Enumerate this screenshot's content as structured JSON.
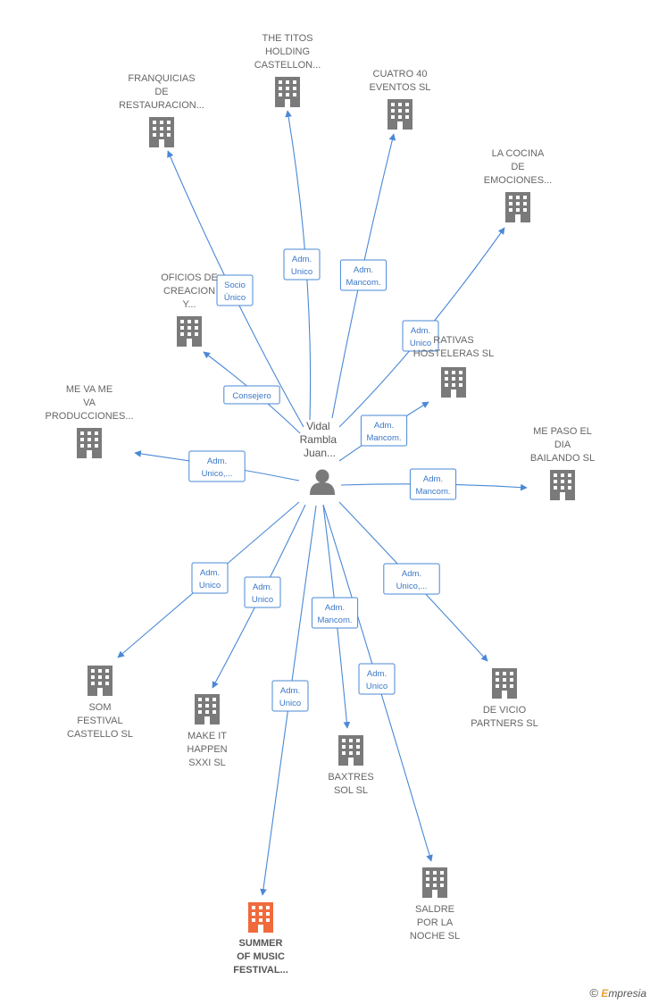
{
  "colors": {
    "edge": "#4a88d6",
    "building": "#7a7a7a",
    "building_highlight": "#f06a3c",
    "label": "#666666"
  },
  "center": {
    "label_lines": [
      "Vidal",
      "Rambla",
      "Juan..."
    ],
    "icon": "person-icon"
  },
  "nodes": [
    {
      "id": "titos",
      "label_lines": [
        "THE TITOS",
        "HOLDING",
        "CASTELLON..."
      ],
      "badge": [
        "Adm.",
        "Unico"
      ]
    },
    {
      "id": "franquicias",
      "label_lines": [
        "FRANQUICIAS",
        "DE",
        "RESTAURACION..."
      ],
      "badge": [
        "Socio",
        "Único"
      ]
    },
    {
      "id": "cuatro40",
      "label_lines": [
        "CUATRO 40",
        "EVENTOS SL"
      ],
      "badge": [
        "Adm.",
        "Mancom."
      ]
    },
    {
      "id": "cocina",
      "label_lines": [
        "LA COCINA",
        "DE",
        "EMOCIONES..."
      ],
      "badge": [
        "Adm.",
        "Unico"
      ]
    },
    {
      "id": "oficios",
      "label_lines": [
        "OFICIOS DE",
        "CREACION",
        "Y..."
      ],
      "badge": [
        "Consejero"
      ]
    },
    {
      "id": "cooperativas",
      "label_lines": [
        "RATIVAS",
        "HOSTELERAS SL"
      ],
      "badge": [
        "Adm.",
        "Mancom."
      ]
    },
    {
      "id": "mevame",
      "label_lines": [
        "ME VA ME",
        "VA",
        "PRODUCCIONES..."
      ],
      "badge": [
        "Adm.",
        "Unico,..."
      ]
    },
    {
      "id": "mepaso",
      "label_lines": [
        "ME PASO EL",
        "DIA",
        "BAILANDO  SL"
      ],
      "badge": [
        "Adm.",
        "Mancom."
      ]
    },
    {
      "id": "som",
      "label_lines": [
        "SOM",
        "FESTIVAL",
        "CASTELLO  SL"
      ],
      "badge": [
        "Adm.",
        "Unico"
      ]
    },
    {
      "id": "makeit",
      "label_lines": [
        "MAKE IT",
        "HAPPEN",
        "SXXI  SL"
      ],
      "badge": [
        "Adm.",
        "Unico"
      ]
    },
    {
      "id": "baxtres",
      "label_lines": [
        "BAXTRES",
        "SOL SL"
      ],
      "badge": [
        "Adm.",
        "Mancom."
      ]
    },
    {
      "id": "devicio",
      "label_lines": [
        "DE VICIO",
        "PARTNERS  SL"
      ],
      "badge": [
        "Adm.",
        "Unico,..."
      ]
    },
    {
      "id": "summer",
      "label_lines": [
        "SUMMER",
        "OF MUSIC",
        "FESTIVAL..."
      ],
      "badge": [
        "Adm.",
        "Unico"
      ],
      "highlight": true
    },
    {
      "id": "saldre",
      "label_lines": [
        "SALDRE",
        "POR LA",
        "NOCHE  SL"
      ],
      "badge": [
        "Adm.",
        "Unico"
      ]
    }
  ],
  "brand": {
    "copyright": "©",
    "initial": "E",
    "rest": "mpresia"
  }
}
